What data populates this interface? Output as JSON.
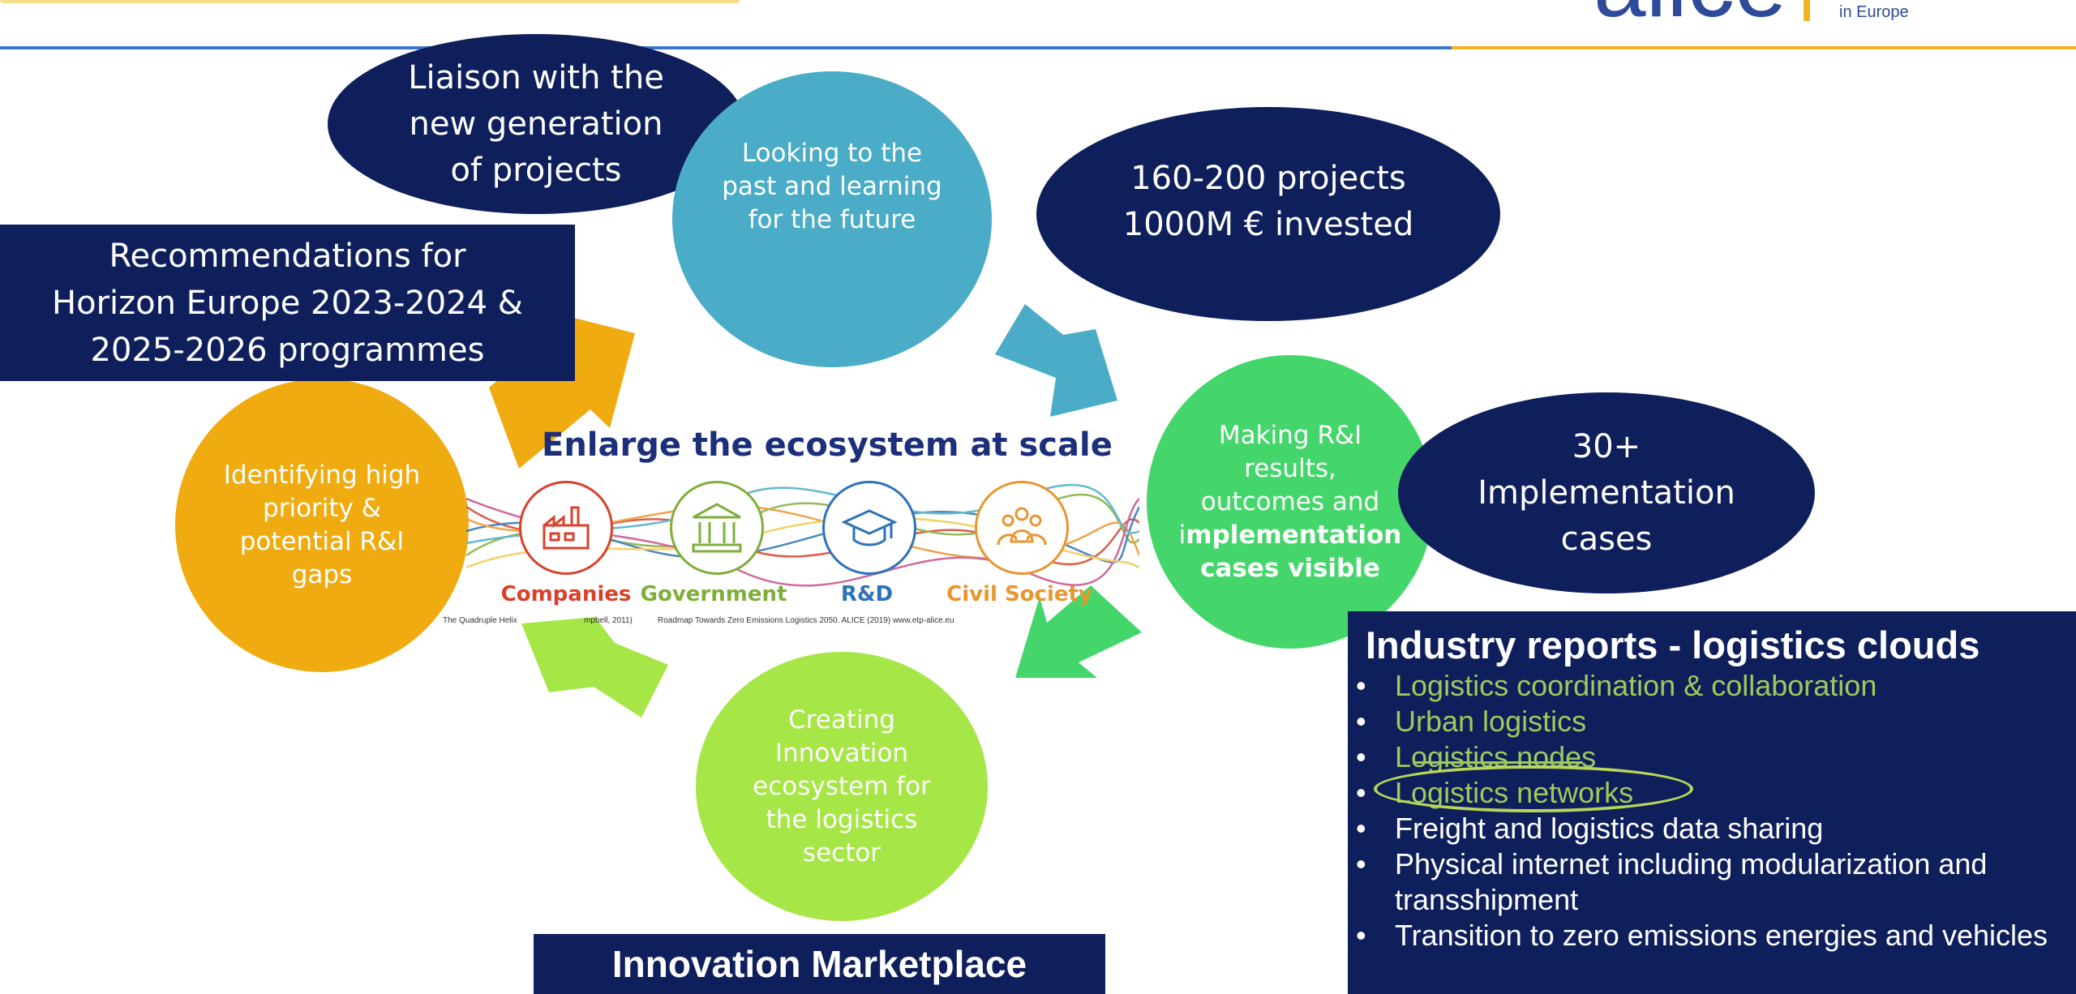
{
  "colors": {
    "navy": "#0f1f5c",
    "teal": "#4aacc7",
    "orange": "#efab10",
    "green": "#45d66b",
    "lime": "#a6e646",
    "companies": "#d9412b",
    "government": "#7fae3a",
    "rnd": "#2d72b8",
    "civil_society": "#e8962e"
  },
  "logo": {
    "word": "alice",
    "subtitle": "in Europe"
  },
  "bubbles": {
    "liaison": [
      "Liaison with the",
      "new generation",
      "of projects"
    ],
    "looking": [
      "Looking to the",
      "past and learning",
      "for the future"
    ],
    "projects": [
      "160-200 projects",
      "1000M € invested"
    ],
    "recommendations": [
      "Recommendations for",
      "Horizon Europe 2023-2024 &",
      "2025-2026 programmes"
    ],
    "identifying": [
      "Identifying high",
      "priority &",
      "potential R&I",
      "gaps"
    ],
    "making": {
      "line1": "Making R&I",
      "line2": "results,",
      "line3": "outcomes and",
      "line4_prefix": "i",
      "line4_bold": "mplementation",
      "line5": "cases visible"
    },
    "implementation": [
      "30+",
      "Implementation",
      "cases"
    ],
    "creating": [
      "Creating",
      "Innovation",
      "ecosystem for",
      "the logistics",
      "sector"
    ]
  },
  "ecosystem": {
    "title": "Enlarge the ecosystem at scale",
    "labels": [
      "Companies",
      "Government",
      "R&D",
      "Civil Society"
    ],
    "icons": [
      "factory-icon",
      "government-building-icon",
      "graduation-cap-icon",
      "people-group-icon"
    ],
    "caption_left": "The Quadruple Helix",
    "caption_left_end": "mpbell, 2011)",
    "caption_right": "Roadmap Towards Zero Emissions Logistics 2050. ALICE (2019) www.etp-alice.eu"
  },
  "industry_reports": {
    "title": "Industry reports - logistics clouds",
    "items_highlighted": [
      "Logistics coordination & collaboration",
      "Urban logistics",
      "Logistics nodes",
      "Logistics networks"
    ],
    "items_normal": [
      "Freight and logistics data sharing",
      "Physical internet including modularization and transshipment",
      "Transition to zero emissions energies and vehicles"
    ]
  },
  "marketplace": {
    "title": "Innovation Marketplace"
  }
}
